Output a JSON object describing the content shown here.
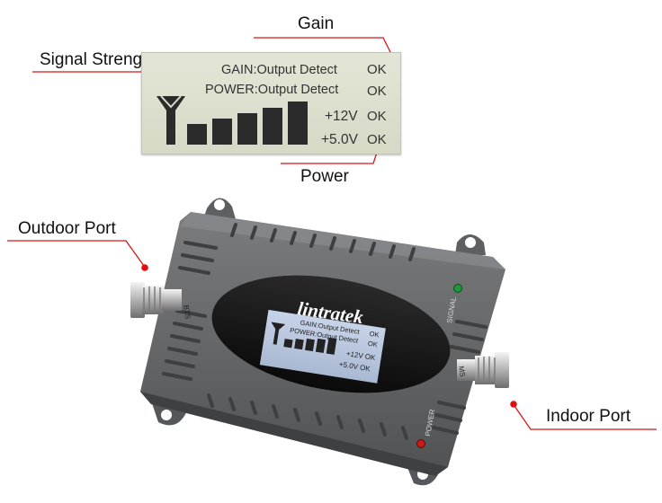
{
  "callouts": {
    "gain": "Gain",
    "signal_strength": "Signal Strength",
    "power": "Power",
    "outdoor_port": "Outdoor Port",
    "indoor_port": "Indoor Port"
  },
  "lcd_closeup": {
    "gain_line": "GAIN:Output Detect",
    "power_line": "POWER:Output Detect",
    "status_ok": "OK",
    "v12": "+12V",
    "v5": "+5.0V"
  },
  "device": {
    "brand": "lintratek",
    "port_left": "BTS",
    "port_right": "MS",
    "signal_led_label": "SIGNAL",
    "power_led_label": "POWER",
    "lcd_gain_line": "GAIN:Output Detect",
    "lcd_power_line": "POWER:Output Detect",
    "lcd_ok": "OK",
    "lcd_v12": "+12V OK",
    "lcd_v5": "+5.0V OK"
  },
  "colors": {
    "leader_line": "#d41616",
    "leader_dot": "#e01010",
    "lcd_bg": "#dcdecd",
    "device_body": "#6b6d6f",
    "signal_led": "#1c9a3a",
    "power_led": "#cc1a1a"
  },
  "signal_strength": {
    "bars_shown": 5,
    "bars_total": 5
  }
}
